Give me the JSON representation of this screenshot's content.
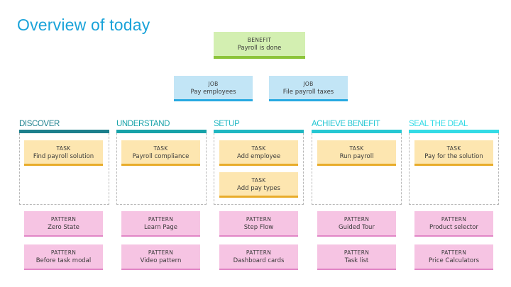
{
  "title": "Overview of today",
  "benefit": {
    "kind": "BENEFIT",
    "text": "Payroll is done"
  },
  "jobs": [
    {
      "kind": "JOB",
      "text": "Pay employees"
    },
    {
      "kind": "JOB",
      "text": "File payroll taxes"
    }
  ],
  "phases": [
    {
      "name": "DISCOVER",
      "color": "#1b7f8c",
      "tasks": [
        {
          "kind": "TASK",
          "text": "Find payroll solution"
        }
      ],
      "patterns": [
        {
          "kind": "PATTERN",
          "text": "Zero State"
        },
        {
          "kind": "PATTERN",
          "text": "Before task modal"
        }
      ]
    },
    {
      "name": "UNDERSTAND",
      "color": "#16a2a8",
      "tasks": [
        {
          "kind": "TASK",
          "text": "Payroll compliance"
        }
      ],
      "patterns": [
        {
          "kind": "PATTERN",
          "text": "Learn Page"
        },
        {
          "kind": "PATTERN",
          "text": "Video pattern"
        }
      ]
    },
    {
      "name": "SETUP",
      "color": "#1fb7c2",
      "tasks": [
        {
          "kind": "TASK",
          "text": "Add employee"
        },
        {
          "kind": "TASK",
          "text": "Add pay types"
        }
      ],
      "patterns": [
        {
          "kind": "PATTERN",
          "text": "Step Flow"
        },
        {
          "kind": "PATTERN",
          "text": "Dashboard cards"
        }
      ]
    },
    {
      "name": "ACHIEVE BENEFIT",
      "color": "#25c7d3",
      "tasks": [
        {
          "kind": "TASK",
          "text": "Run payroll"
        }
      ],
      "patterns": [
        {
          "kind": "PATTERN",
          "text": "Guided Tour"
        },
        {
          "kind": "PATTERN",
          "text": "Task list"
        }
      ]
    },
    {
      "name": "SEAL THE DEAL",
      "color": "#33dbe6",
      "tasks": [
        {
          "kind": "TASK",
          "text": "Pay for the solution"
        }
      ],
      "patterns": [
        {
          "kind": "PATTERN",
          "text": "Product selector"
        },
        {
          "kind": "PATTERN",
          "text": "Price Calculators"
        }
      ]
    }
  ]
}
